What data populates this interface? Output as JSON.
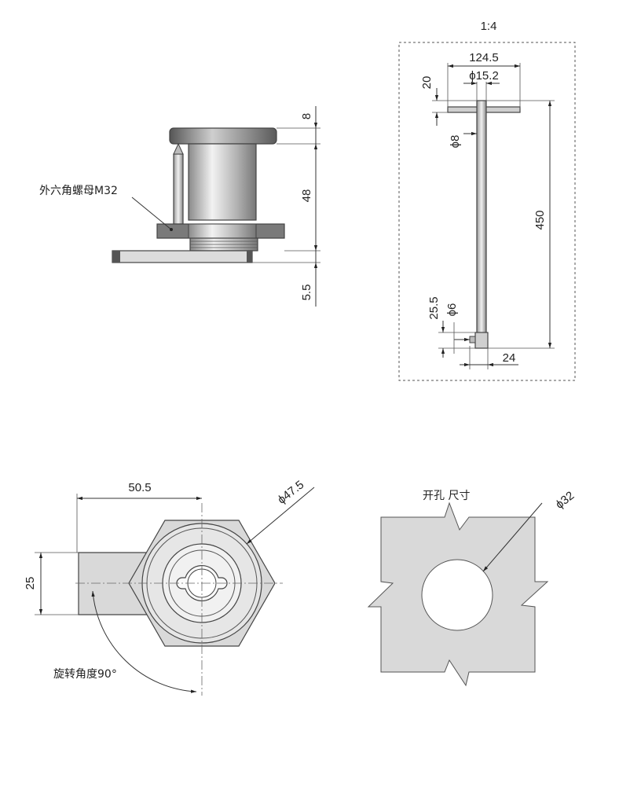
{
  "side_view": {
    "label_nut": "外六角螺母M32",
    "dim_cap": "8",
    "dim_body": "48",
    "dim_plate": "5.5"
  },
  "shaft_view": {
    "scale": "1:4",
    "dim_width": "124.5",
    "dim_head_dia": "ϕ15.2",
    "dim_head_h": "20",
    "dim_shaft_dia": "ϕ8",
    "dim_length": "450",
    "dim_tip_h": "25.5",
    "dim_tip_dia": "ϕ6",
    "dim_tip_w": "24"
  },
  "front_view": {
    "dim_width": "50.5",
    "dim_hex": "ϕ47.5",
    "dim_height": "25",
    "label_rotation": "旋转角度90°"
  },
  "cutout_view": {
    "label": "开孔 尺寸",
    "dim_hole": "ϕ32"
  },
  "colors": {
    "part_fill": "#d9d9d9",
    "dark_fill": "#6e6e6e",
    "line": "#333333"
  }
}
